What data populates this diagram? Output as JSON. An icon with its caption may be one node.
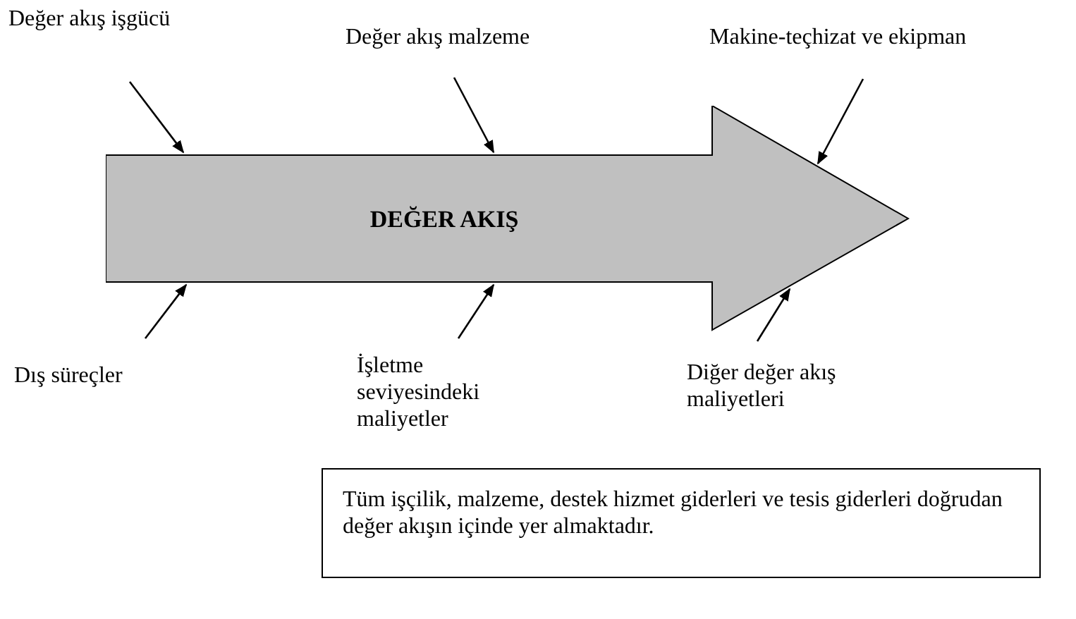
{
  "diagram": {
    "nodes": [
      {
        "text": [
          "DEĞER AKIŞ"
        ]
      },
      {
        "text": [
          "Değer akış işgücü"
        ]
      },
      {
        "text": [
          "Değer akış malzeme"
        ]
      },
      {
        "text": [
          "Makine-teçhizat ve ekipman"
        ]
      },
      {
        "text": [
          "Dış süreçler"
        ]
      },
      {
        "text": [
          "İşletme seviyesindeki maliyetler"
        ]
      },
      {
        "text": [
          "Diğer değer akış maliyetleri"
        ]
      },
      {
        "text": [
          "Tüm işçilik, malzeme, destek hizmet giderleri ve tesis giderleri doğrudan değer akışın içinde yer almaktadır."
        ]
      }
    ],
    "edges": [
      {
        "from": 1,
        "to": 0,
        "arrow": "to"
      },
      {
        "from": 2,
        "to": 0,
        "arrow": "to"
      },
      {
        "from": 3,
        "to": 0,
        "arrow": "to"
      },
      {
        "from": 4,
        "to": 0,
        "arrow": "to"
      },
      {
        "from": 5,
        "to": 0,
        "arrow": "to"
      },
      {
        "from": 6,
        "to": 0,
        "arrow": "to"
      }
    ]
  }
}
